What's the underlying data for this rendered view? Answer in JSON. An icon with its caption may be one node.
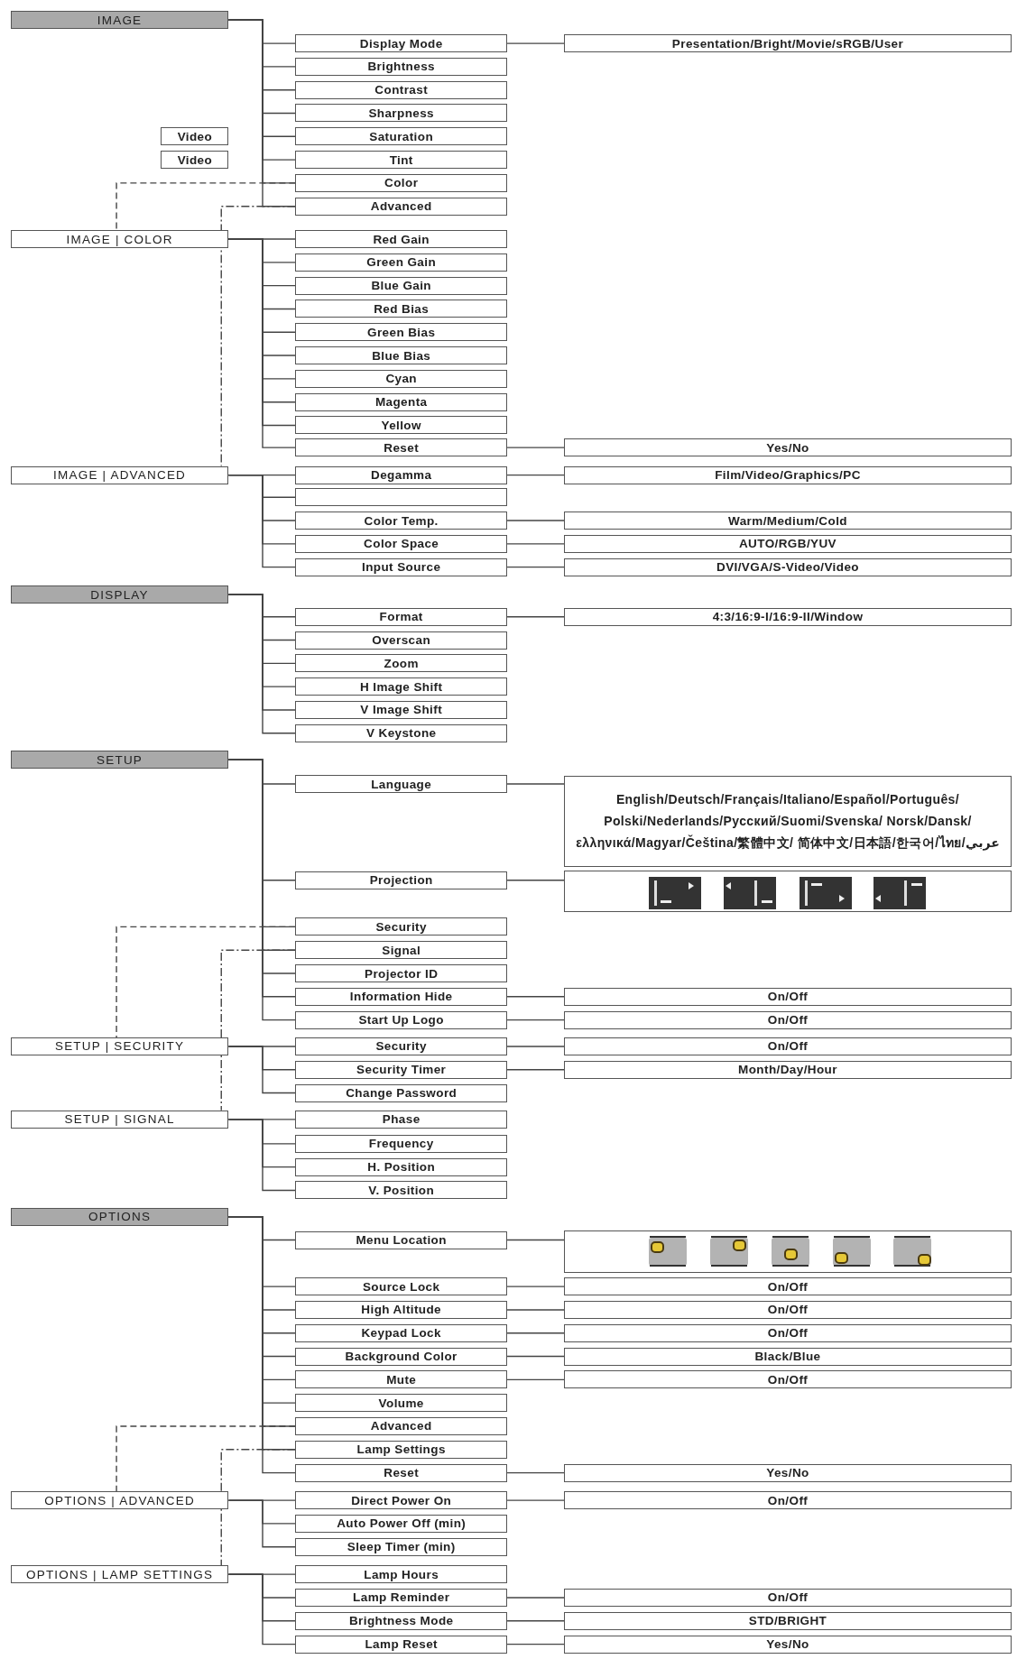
{
  "diagram": {
    "nodes": [
      {
        "text": [
          "IMAGE"
        ]
      },
      {
        "text": [
          "Display Mode"
        ]
      },
      {
        "text": [
          "Presentation/Bright/Movie/sRGB/User"
        ]
      },
      {
        "text": [
          "Brightness"
        ]
      },
      {
        "text": [
          "Contrast"
        ]
      },
      {
        "text": [
          "Sharpness"
        ]
      },
      {
        "text": [
          "Video"
        ]
      },
      {
        "text": [
          "Saturation"
        ]
      },
      {
        "text": [
          "Video"
        ]
      },
      {
        "text": [
          "Tint"
        ]
      },
      {
        "text": [
          "Color"
        ]
      },
      {
        "text": [
          "Advanced"
        ]
      },
      {
        "text": [
          "IMAGE | COLOR"
        ]
      },
      {
        "text": [
          "Red Gain"
        ]
      },
      {
        "text": [
          "Green Gain"
        ]
      },
      {
        "text": [
          "Blue Gain"
        ]
      },
      {
        "text": [
          "Red Bias"
        ]
      },
      {
        "text": [
          "Green Bias"
        ]
      },
      {
        "text": [
          "Blue Bias"
        ]
      },
      {
        "text": [
          "Cyan"
        ]
      },
      {
        "text": [
          "Magenta"
        ]
      },
      {
        "text": [
          "Yellow"
        ]
      },
      {
        "text": [
          "Reset"
        ]
      },
      {
        "text": [
          "Yes/No"
        ]
      },
      {
        "text": [
          "IMAGE | ADVANCED"
        ]
      },
      {
        "text": [
          "Degamma"
        ]
      },
      {
        "text": [
          "Film/Video/Graphics/PC"
        ]
      },
      {
        "text": [],
        "shape": "box"
      },
      {
        "text": [
          "Color Temp."
        ]
      },
      {
        "text": [
          "Warm/Medium/Cold"
        ]
      },
      {
        "text": [
          "Color Space"
        ]
      },
      {
        "text": [
          "AUTO/RGB/YUV"
        ]
      },
      {
        "text": [
          "Input Source"
        ]
      },
      {
        "text": [
          "DVI/VGA/S-Video/Video"
        ]
      },
      {
        "text": [
          "DISPLAY"
        ]
      },
      {
        "text": [
          "Format"
        ]
      },
      {
        "text": [
          "4:3/16:9-I/16:9-II/Window"
        ]
      },
      {
        "text": [
          "Overscan"
        ]
      },
      {
        "text": [
          "Zoom"
        ]
      },
      {
        "text": [
          "H Image Shift"
        ]
      },
      {
        "text": [
          "V Image Shift"
        ]
      },
      {
        "text": [
          "V Keystone"
        ]
      },
      {
        "text": [
          "SETUP"
        ]
      },
      {
        "text": [
          "Language"
        ]
      },
      {
        "text": [
          "English/Deutsch/Français/Italiano/Español/Português/ Polski/Nederlands/Русский/Suomi/Svenska/ Norsk/Dansk/ελληνικά/Magyar/Čeština/繁體中文/ 简体中文/日本語/한국어/ไทย/عربي"
        ]
      },
      {
        "text": [
          "Projection"
        ]
      },
      {
        "text": [],
        "shape": "box"
      },
      {
        "text": [
          "Security"
        ]
      },
      {
        "text": [
          "Signal"
        ]
      },
      {
        "text": [
          "Projector ID"
        ]
      },
      {
        "text": [
          "Information Hide"
        ]
      },
      {
        "text": [
          "On/Off"
        ]
      },
      {
        "text": [
          "Start Up Logo"
        ]
      },
      {
        "text": [
          "On/Off"
        ]
      },
      {
        "text": [
          "SETUP | SECURITY"
        ]
      },
      {
        "text": [
          "Security"
        ]
      },
      {
        "text": [
          "On/Off"
        ]
      },
      {
        "text": [
          "Security Timer"
        ]
      },
      {
        "text": [
          "Month/Day/Hour"
        ]
      },
      {
        "text": [
          "Change Password"
        ]
      },
      {
        "text": [
          "SETUP | SIGNAL"
        ]
      },
      {
        "text": [
          "Phase"
        ]
      },
      {
        "text": [
          "Frequency"
        ]
      },
      {
        "text": [
          "H. Position"
        ]
      },
      {
        "text": [
          "V. Position"
        ]
      },
      {
        "text": [
          "OPTIONS"
        ]
      },
      {
        "text": [
          "Menu Location"
        ]
      },
      {
        "text": [],
        "shape": "box"
      },
      {
        "text": [
          "Source Lock"
        ]
      },
      {
        "text": [
          "On/Off"
        ]
      },
      {
        "text": [
          "High Altitude"
        ]
      },
      {
        "text": [
          "On/Off"
        ]
      },
      {
        "text": [
          "Keypad Lock"
        ]
      },
      {
        "text": [
          "On/Off"
        ]
      },
      {
        "text": [
          "Background Color"
        ]
      },
      {
        "text": [
          "Black/Blue"
        ]
      },
      {
        "text": [
          "Mute"
        ]
      },
      {
        "text": [
          "On/Off"
        ]
      },
      {
        "text": [
          "Volume"
        ]
      },
      {
        "text": [
          "Advanced"
        ]
      },
      {
        "text": [
          "Lamp Settings"
        ]
      },
      {
        "text": [
          "Reset"
        ]
      },
      {
        "text": [
          "Yes/No"
        ]
      },
      {
        "text": [
          "OPTIONS | ADVANCED"
        ]
      },
      {
        "text": [
          "Direct Power On"
        ]
      },
      {
        "text": [
          "On/Off"
        ]
      },
      {
        "text": [
          "Auto Power Off (min)"
        ]
      },
      {
        "text": [
          "Sleep Timer (min)"
        ]
      },
      {
        "text": [
          "OPTIONS | LAMP SETTINGS"
        ]
      },
      {
        "text": [
          "Lamp Hours"
        ]
      },
      {
        "text": [
          "Lamp Reminder"
        ]
      },
      {
        "text": [
          "On/Off"
        ]
      },
      {
        "text": [
          "Brightness Mode"
        ]
      },
      {
        "text": [
          "STD/BRIGHT"
        ]
      },
      {
        "text": [
          "Lamp Reset"
        ]
      },
      {
        "text": [
          "Yes/No"
        ]
      }
    ],
    "edges": [
      {
        "from": 0,
        "to": 1,
        "arrow": "none"
      },
      {
        "from": 0,
        "to": 3,
        "arrow": "none"
      },
      {
        "from": 0,
        "to": 4,
        "arrow": "none"
      },
      {
        "from": 0,
        "to": 5,
        "arrow": "none"
      },
      {
        "from": 0,
        "to": 7,
        "arrow": "none"
      },
      {
        "from": 0,
        "to": 9,
        "arrow": "none"
      },
      {
        "from": 0,
        "to": 10,
        "arrow": "none"
      },
      {
        "from": 0,
        "to": 11,
        "arrow": "none"
      },
      {
        "from": 1,
        "to": 2,
        "arrow": "none"
      },
      {
        "from": 10,
        "to": 12,
        "arrow": "none",
        "style": "dashed"
      },
      {
        "from": 11,
        "to": 24,
        "arrow": "none",
        "style": "dashed"
      },
      {
        "from": 12,
        "to": 13,
        "arrow": "none"
      },
      {
        "from": 12,
        "to": 14,
        "arrow": "none"
      },
      {
        "from": 12,
        "to": 15,
        "arrow": "none"
      },
      {
        "from": 12,
        "to": 16,
        "arrow": "none"
      },
      {
        "from": 12,
        "to": 17,
        "arrow": "none"
      },
      {
        "from": 12,
        "to": 18,
        "arrow": "none"
      },
      {
        "from": 12,
        "to": 19,
        "arrow": "none"
      },
      {
        "from": 12,
        "to": 20,
        "arrow": "none"
      },
      {
        "from": 12,
        "to": 21,
        "arrow": "none"
      },
      {
        "from": 12,
        "to": 22,
        "arrow": "none"
      },
      {
        "from": 22,
        "to": 23,
        "arrow": "none"
      },
      {
        "from": 24,
        "to": 25,
        "arrow": "none"
      },
      {
        "from": 24,
        "to": 27,
        "arrow": "none"
      },
      {
        "from": 24,
        "to": 28,
        "arrow": "none"
      },
      {
        "from": 24,
        "to": 30,
        "arrow": "none"
      },
      {
        "from": 24,
        "to": 32,
        "arrow": "none"
      },
      {
        "from": 25,
        "to": 26,
        "arrow": "none"
      },
      {
        "from": 28,
        "to": 29,
        "arrow": "none"
      },
      {
        "from": 30,
        "to": 31,
        "arrow": "none"
      },
      {
        "from": 32,
        "to": 33,
        "arrow": "none"
      },
      {
        "from": 34,
        "to": 35,
        "arrow": "none"
      },
      {
        "from": 34,
        "to": 37,
        "arrow": "none"
      },
      {
        "from": 34,
        "to": 38,
        "arrow": "none"
      },
      {
        "from": 34,
        "to": 39,
        "arrow": "none"
      },
      {
        "from": 34,
        "to": 40,
        "arrow": "none"
      },
      {
        "from": 34,
        "to": 41,
        "arrow": "none"
      },
      {
        "from": 35,
        "to": 36,
        "arrow": "none"
      },
      {
        "from": 42,
        "to": 43,
        "arrow": "none"
      },
      {
        "from": 42,
        "to": 45,
        "arrow": "none"
      },
      {
        "from": 42,
        "to": 47,
        "arrow": "none"
      },
      {
        "from": 42,
        "to": 48,
        "arrow": "none"
      },
      {
        "from": 42,
        "to": 49,
        "arrow": "none"
      },
      {
        "from": 42,
        "to": 50,
        "arrow": "none"
      },
      {
        "from": 42,
        "to": 52,
        "arrow": "none"
      },
      {
        "from": 43,
        "to": 44,
        "arrow": "none"
      },
      {
        "from": 45,
        "to": 46,
        "arrow": "none"
      },
      {
        "from": 47,
        "to": 54,
        "arrow": "none",
        "style": "dashed"
      },
      {
        "from": 48,
        "to": 60,
        "arrow": "none",
        "style": "dashed"
      },
      {
        "from": 50,
        "to": 51,
        "arrow": "none"
      },
      {
        "from": 52,
        "to": 53,
        "arrow": "none"
      },
      {
        "from": 54,
        "to": 55,
        "arrow": "none"
      },
      {
        "from": 54,
        "to": 57,
        "arrow": "none"
      },
      {
        "from": 54,
        "to": 59,
        "arrow": "none"
      },
      {
        "from": 55,
        "to": 56,
        "arrow": "none"
      },
      {
        "from": 57,
        "to": 58,
        "arrow": "none"
      },
      {
        "from": 60,
        "to": 61,
        "arrow": "none"
      },
      {
        "from": 60,
        "to": 62,
        "arrow": "none"
      },
      {
        "from": 60,
        "to": 63,
        "arrow": "none"
      },
      {
        "from": 60,
        "to": 64,
        "arrow": "none"
      },
      {
        "from": 65,
        "to": 66,
        "arrow": "none"
      },
      {
        "from": 65,
        "to": 68,
        "arrow": "none"
      },
      {
        "from": 65,
        "to": 70,
        "arrow": "none"
      },
      {
        "from": 65,
        "to": 72,
        "arrow": "none"
      },
      {
        "from": 65,
        "to": 74,
        "arrow": "none"
      },
      {
        "from": 65,
        "to": 76,
        "arrow": "none"
      },
      {
        "from": 65,
        "to": 78,
        "arrow": "none"
      },
      {
        "from": 65,
        "to": 79,
        "arrow": "none"
      },
      {
        "from": 65,
        "to": 80,
        "arrow": "none"
      },
      {
        "from": 65,
        "to": 81,
        "arrow": "none"
      },
      {
        "from": 66,
        "to": 67,
        "arrow": "none"
      },
      {
        "from": 68,
        "to": 69,
        "arrow": "none"
      },
      {
        "from": 70,
        "to": 71,
        "arrow": "none"
      },
      {
        "from": 72,
        "to": 73,
        "arrow": "none"
      },
      {
        "from": 74,
        "to": 75,
        "arrow": "none"
      },
      {
        "from": 76,
        "to": 77,
        "arrow": "none"
      },
      {
        "from": 79,
        "to": 83,
        "arrow": "none",
        "style": "dashed"
      },
      {
        "from": 80,
        "to": 88,
        "arrow": "none",
        "style": "dashed"
      },
      {
        "from": 81,
        "to": 82,
        "arrow": "none"
      },
      {
        "from": 83,
        "to": 84,
        "arrow": "none"
      },
      {
        "from": 83,
        "to": 86,
        "arrow": "none"
      },
      {
        "from": 83,
        "to": 87,
        "arrow": "none"
      },
      {
        "from": 84,
        "to": 85,
        "arrow": "none"
      },
      {
        "from": 88,
        "to": 89,
        "arrow": "none"
      },
      {
        "from": 88,
        "to": 90,
        "arrow": "none"
      },
      {
        "from": 88,
        "to": 92,
        "arrow": "none"
      },
      {
        "from": 88,
        "to": 94,
        "arrow": "none"
      },
      {
        "from": 90,
        "to": 91,
        "arrow": "none"
      },
      {
        "from": 92,
        "to": 93,
        "arrow": "none"
      },
      {
        "from": 94,
        "to": 95,
        "arrow": "none"
      }
    ]
  }
}
